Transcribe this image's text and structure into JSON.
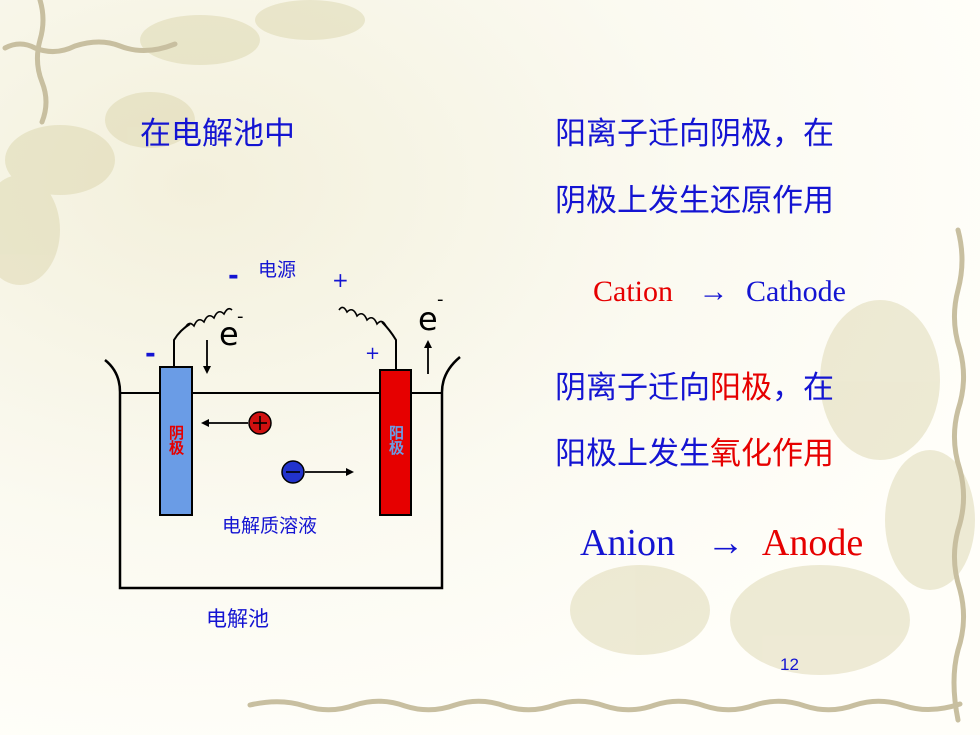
{
  "colors": {
    "blue_text": "#1414d2",
    "red_text": "#e60000",
    "cathode": "#6a9ce6",
    "anode": "#e60000",
    "cation": "#d01010",
    "anion": "#2233cc"
  },
  "diagram": {
    "power_label": "电源",
    "neg_sign": "-",
    "pos_sign": "+",
    "electron_left": "e",
    "electron_right": "e",
    "electron_sup": "-",
    "cathode_text": "阴极",
    "anode_text": "阳极",
    "cathode_neg": "-",
    "anode_pos": "+",
    "solution_label": "电解质溶液",
    "cell_label": "电解池"
  },
  "text": {
    "heading": "在电解池中",
    "cation_line1": "阳离子迁向阴极，在",
    "cation_line2": "阴极上发生还原作用",
    "cation_word": "Cation",
    "arrow": "→",
    "cathode_word": "Cathode",
    "anion_line1_a": "阴离子迁向",
    "anion_line1_b": "阳极",
    "anion_line1_c": "，在",
    "anion_line2_a": "阳极上发生",
    "anion_line2_b": "氧化作用",
    "anion_word": "Anion",
    "anode_word": "Anode"
  },
  "page_number": "12"
}
